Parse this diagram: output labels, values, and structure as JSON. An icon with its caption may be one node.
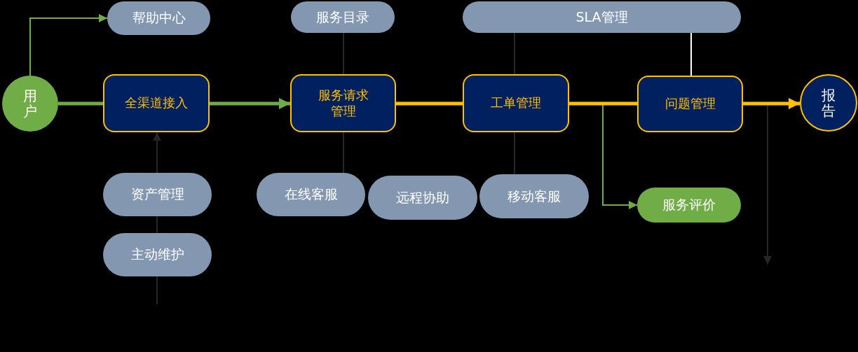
{
  "diagram": {
    "nodes": [
      {
        "text": [
          "用户"
        ]
      },
      {
        "text": [
          "帮助中心"
        ]
      },
      {
        "text": [
          "全渠道接入"
        ]
      },
      {
        "text": [
          "服务目录"
        ]
      },
      {
        "text": [
          "服务请求管理"
        ]
      },
      {
        "text": [
          "SLA管理"
        ]
      },
      {
        "text": [
          "工单管理"
        ]
      },
      {
        "text": [
          "问题管理"
        ]
      },
      {
        "text": [
          "报告"
        ]
      },
      {
        "text": [
          "资产管理"
        ]
      },
      {
        "text": [
          "主动维护"
        ]
      },
      {
        "text": [
          "在线客服"
        ]
      },
      {
        "text": [
          "远程协助"
        ]
      },
      {
        "text": [
          "移动客服"
        ]
      },
      {
        "text": [
          "服务评价"
        ]
      }
    ],
    "edges": [
      {
        "from": 0,
        "to": 1,
        "arrow": "to",
        "color": "#70ad47"
      },
      {
        "from": 0,
        "to": 2,
        "arrow": "none",
        "style": "thick",
        "color": "#70ad47"
      },
      {
        "from": 2,
        "to": 4,
        "arrow": "to",
        "style": "thick",
        "color": "#70ad47"
      },
      {
        "from": 4,
        "to": 6,
        "arrow": "none",
        "style": "thick",
        "color": "#ffc000"
      },
      {
        "from": 6,
        "to": 7,
        "arrow": "none",
        "style": "thick",
        "color": "#ffc000"
      },
      {
        "from": 7,
        "to": 8,
        "arrow": "to",
        "style": "thick",
        "color": "#ffc000"
      },
      {
        "from": 6,
        "to": 14,
        "arrow": "to",
        "color": "#70ad47"
      },
      {
        "from": 5,
        "to": 7,
        "arrow": "none",
        "color": "#ffffff"
      },
      {
        "from": 3,
        "to": 4,
        "arrow": "none"
      },
      {
        "from": 4,
        "to": 11,
        "arrow": "none"
      },
      {
        "from": 5,
        "to": 6,
        "arrow": "none"
      },
      {
        "from": 6,
        "to": 13,
        "arrow": "none"
      },
      {
        "from": 9,
        "to": 2,
        "arrow": "to"
      },
      {
        "from": 10,
        "to": 9,
        "arrow": "none"
      },
      {
        "from": null,
        "to": 10,
        "arrow": "none"
      },
      {
        "from": 7,
        "to": null,
        "arrow": "to"
      }
    ]
  }
}
